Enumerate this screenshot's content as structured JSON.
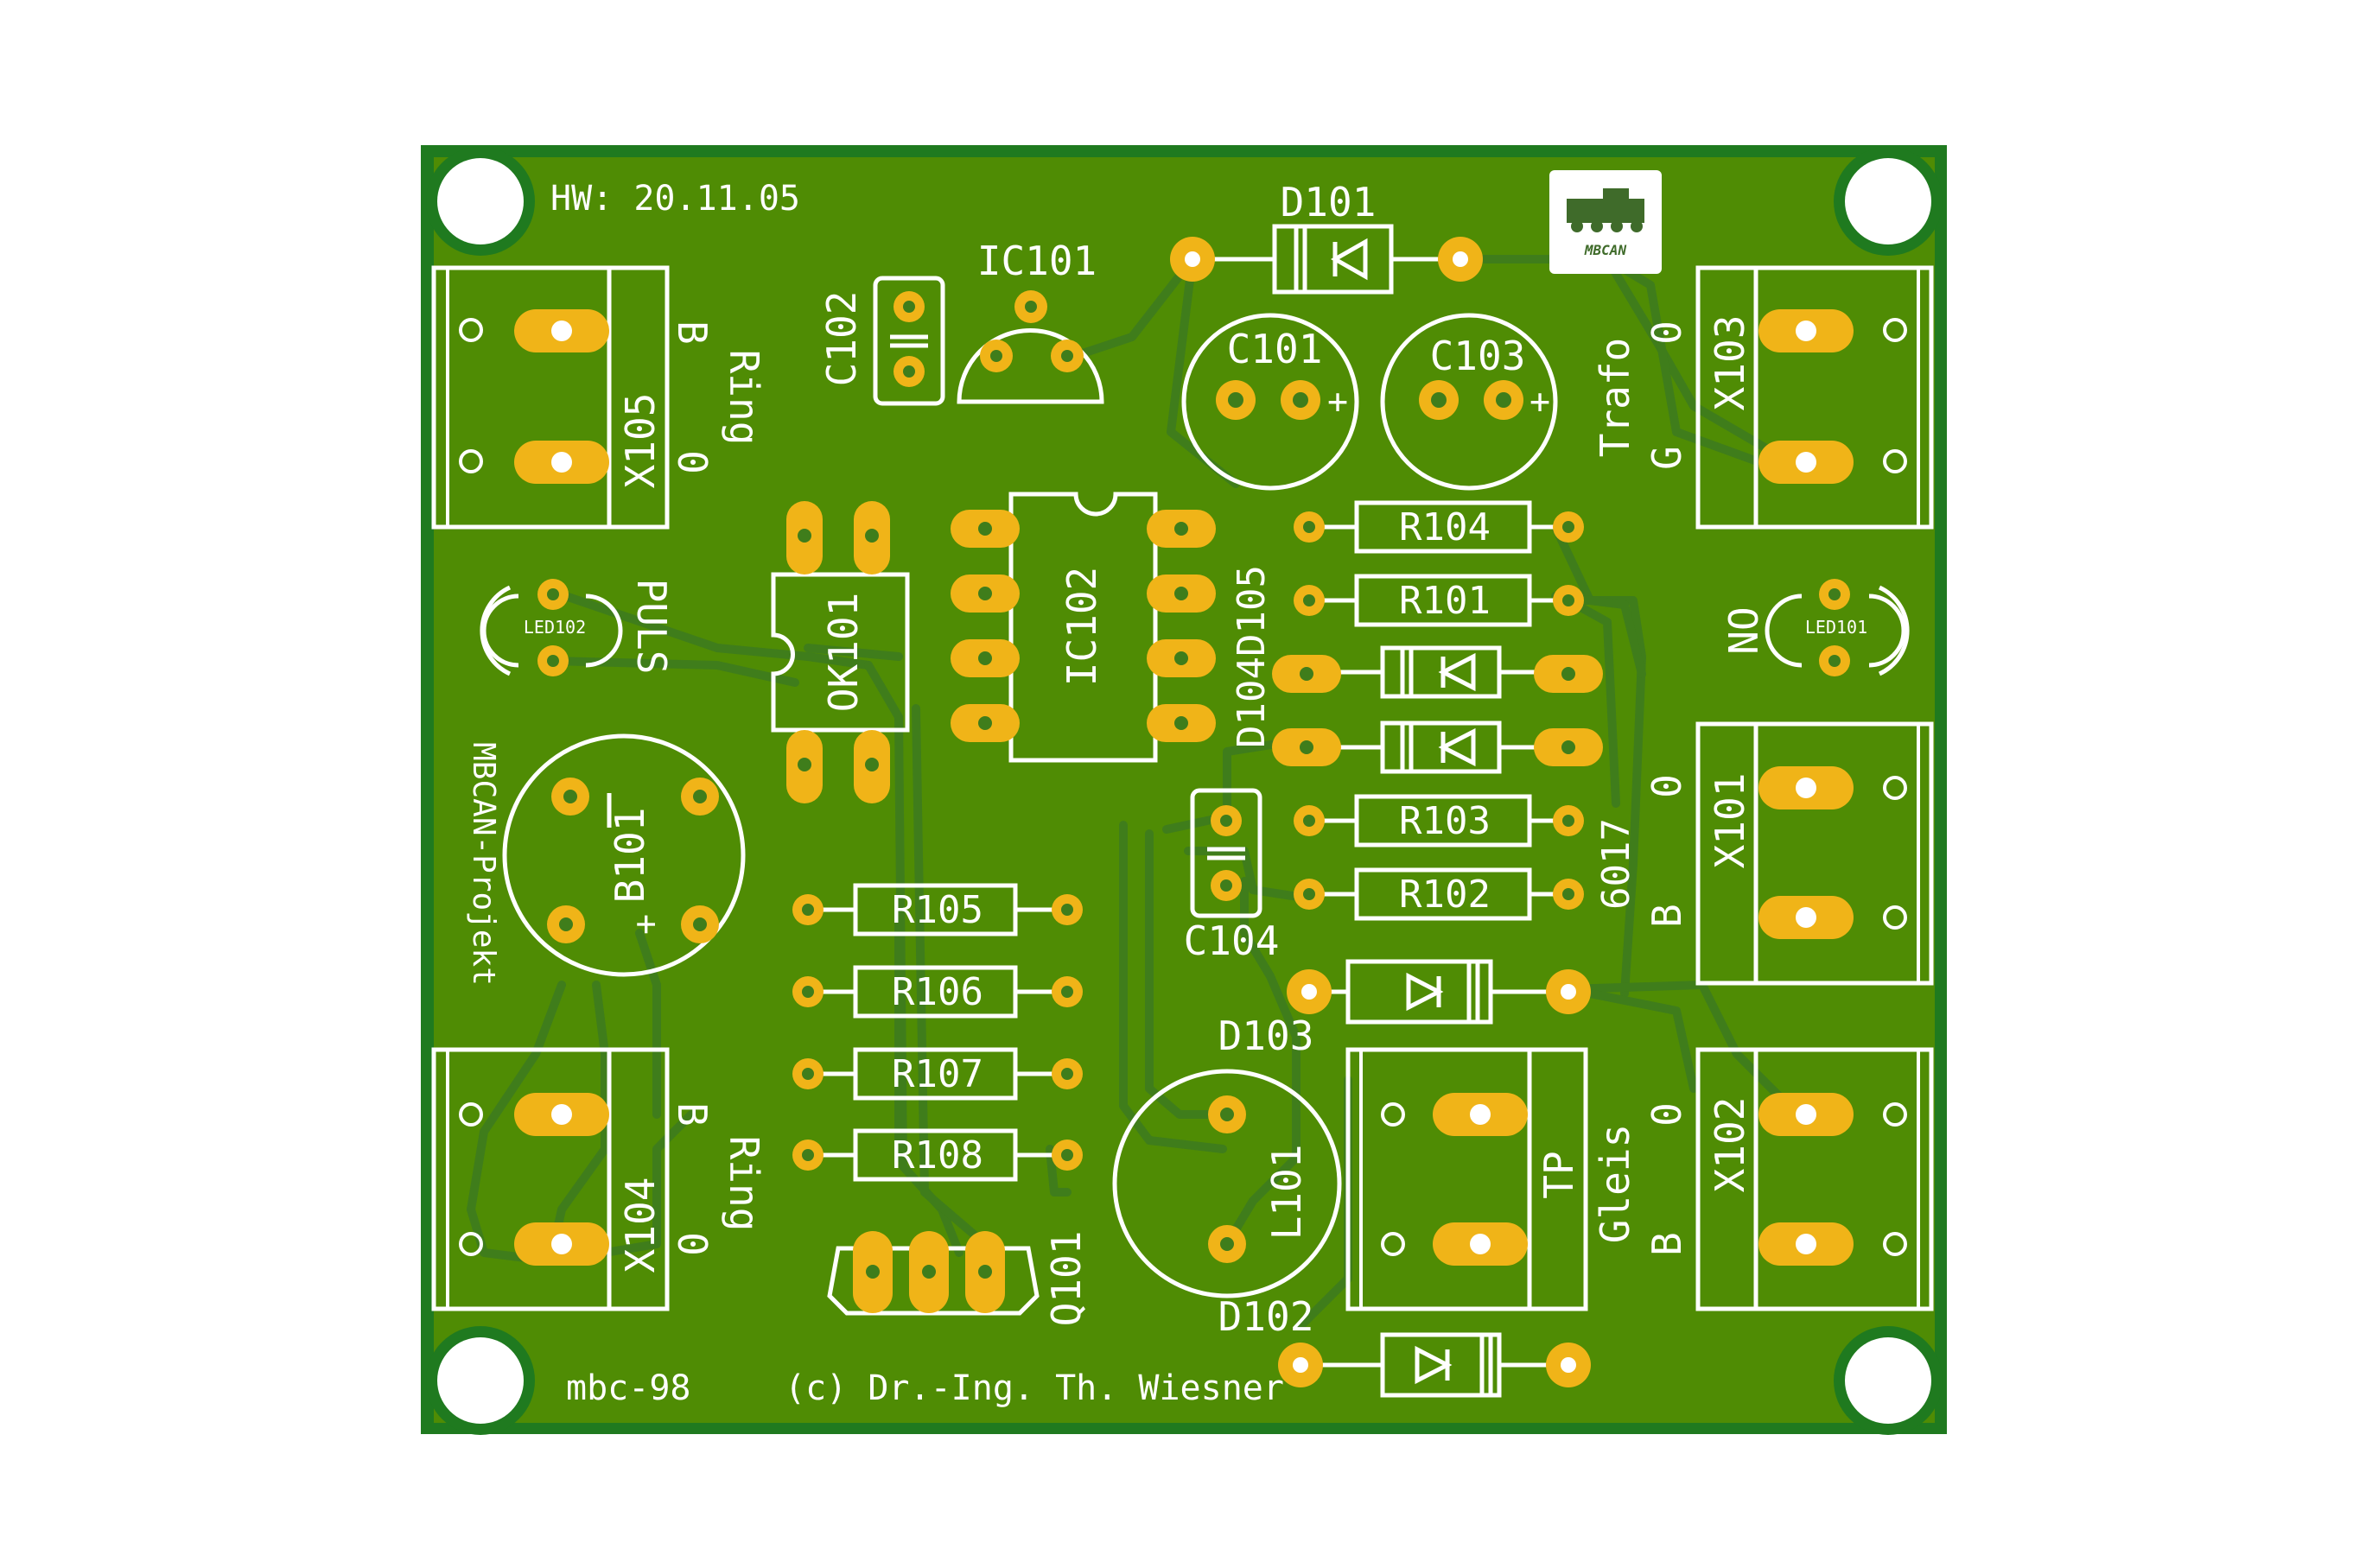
{
  "board": {
    "hw_date": "HW: 20.11.05",
    "board_id": "mbc-98",
    "copyright": "(c) Dr.-Ing. Th. Wiesner",
    "project": "MBCAN-Projekt",
    "logo_text": "MBCAN"
  },
  "labels": {
    "c102": "C102",
    "ic101": "IC101",
    "d101": "D101",
    "c101": "C101",
    "c103": "C103",
    "x105": "X105",
    "x103": "X103",
    "x101": "X101",
    "x102": "X102",
    "x104": "X104",
    "ring_top": "Ring",
    "ring_bottom": "Ring",
    "trafo": "Trafo",
    "gleis": "Gleis",
    "tp": "TP",
    "b_x105": "B",
    "zero_x105": "0",
    "zero_x103": "0",
    "g_x103": "G",
    "b_x101": "B",
    "zero_x101": "0",
    "b_x102": "B",
    "zero_x102": "0",
    "b_x104": "B",
    "zero_x104": "0",
    "puls": "PULS",
    "on": "ON",
    "led102": "LED102",
    "led101": "LED101",
    "ok101": "OK101",
    "ic102": "IC102",
    "d104d105": "D104D105",
    "ref6017": "6017",
    "r104": "R104",
    "r101": "R101",
    "r103": "R103",
    "r102": "R102",
    "r105": "R105",
    "r106": "R106",
    "r107": "R107",
    "r108": "R108",
    "c104": "C104",
    "d103": "D103",
    "d102": "D102",
    "l101": "L101",
    "b101": "B101",
    "q101": "Q101",
    "plus_c101": "+",
    "plus_c103": "+",
    "plus_b101": "+"
  },
  "colors": {
    "board_green": "#4f8c04",
    "trace_green": "#3f7d1b",
    "dark_edge": "#1f7a1f",
    "pad_gold": "#f0b418",
    "silkscreen": "#ffffff"
  }
}
